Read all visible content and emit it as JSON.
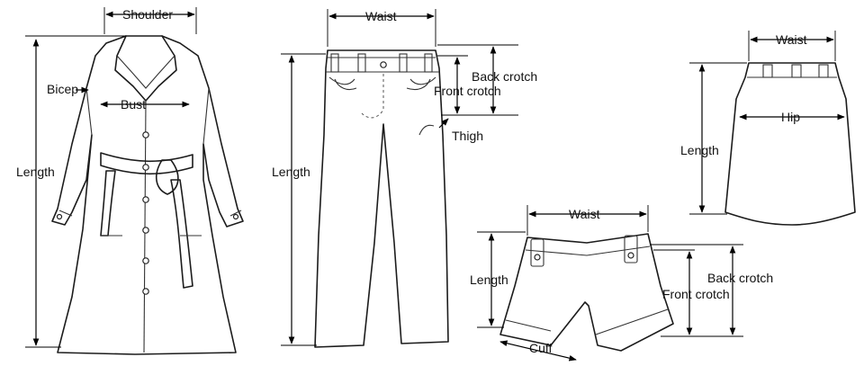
{
  "labels": {
    "coat_shoulder": "Shoulder",
    "coat_bicep": "Bicep",
    "coat_bust": "Bust",
    "coat_length": "Length",
    "pants_waist": "Waist",
    "pants_back_crotch": "Back crotch",
    "pants_front_crotch": "Front crotch",
    "pants_thigh": "Thigh",
    "pants_length": "Length",
    "skirt_waist": "Waist",
    "skirt_hip": "Hip",
    "skirt_length": "Length",
    "shorts_waist": "Waist",
    "shorts_length": "Length",
    "shorts_back_crotch": "Back crotch",
    "shorts_front_crotch": "Front crotch",
    "shorts_cuff": "Cuff"
  }
}
